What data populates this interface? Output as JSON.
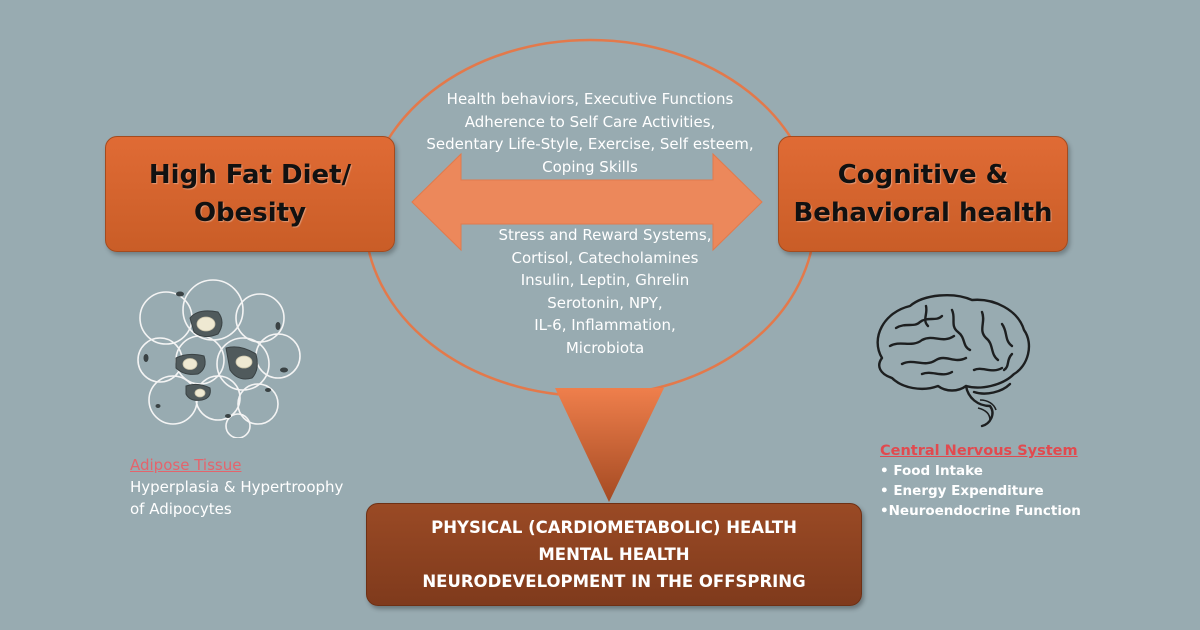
{
  "colors": {
    "background": "#98abb1",
    "orange": "#e06b35",
    "dark_brown": "#8b4220",
    "ellipse_stroke": "#e3794b",
    "arrow_fill": "#ec885b",
    "label_red": "#e4646c"
  },
  "left_box": {
    "line1": "High Fat Diet/",
    "line2": "Obesity"
  },
  "right_box": {
    "line1": "Cognitive &",
    "line2": "Behavioral health"
  },
  "top_text": [
    "Health behaviors, Executive Functions",
    "Adherence  to Self Care Activities,",
    "Sedentary Life-Style, Exercise, Self esteem,",
    "Coping Skills"
  ],
  "middle_text": [
    "Stress and Reward Systems,",
    "Cortisol, Catecholamines",
    "Insulin, Leptin, Ghrelin",
    "Serotonin, NPY,",
    "IL-6, Inflammation,",
    "Microbiota"
  ],
  "bottom_box": [
    "PHYSICAL (CARDIOMETABOLIC) HEALTH",
    "MENTAL HEALTH",
    "NEURODEVELOPMENT IN THE OFFSPRING"
  ],
  "adipose": {
    "title": "Adipose Tissue",
    "desc1": "Hyperplasia & Hypertroophy",
    "desc2": "of Adipocytes",
    "icon": "adipocyte-cluster-icon"
  },
  "cns": {
    "title": "Central Nervous System",
    "items": [
      "• Food Intake",
      "• Energy Expenditure",
      "•Neuroendocrine Function"
    ],
    "icon": "brain-icon"
  },
  "arrows": {
    "horizontal": "double-headed-arrow",
    "down": "funnel-triangle"
  }
}
